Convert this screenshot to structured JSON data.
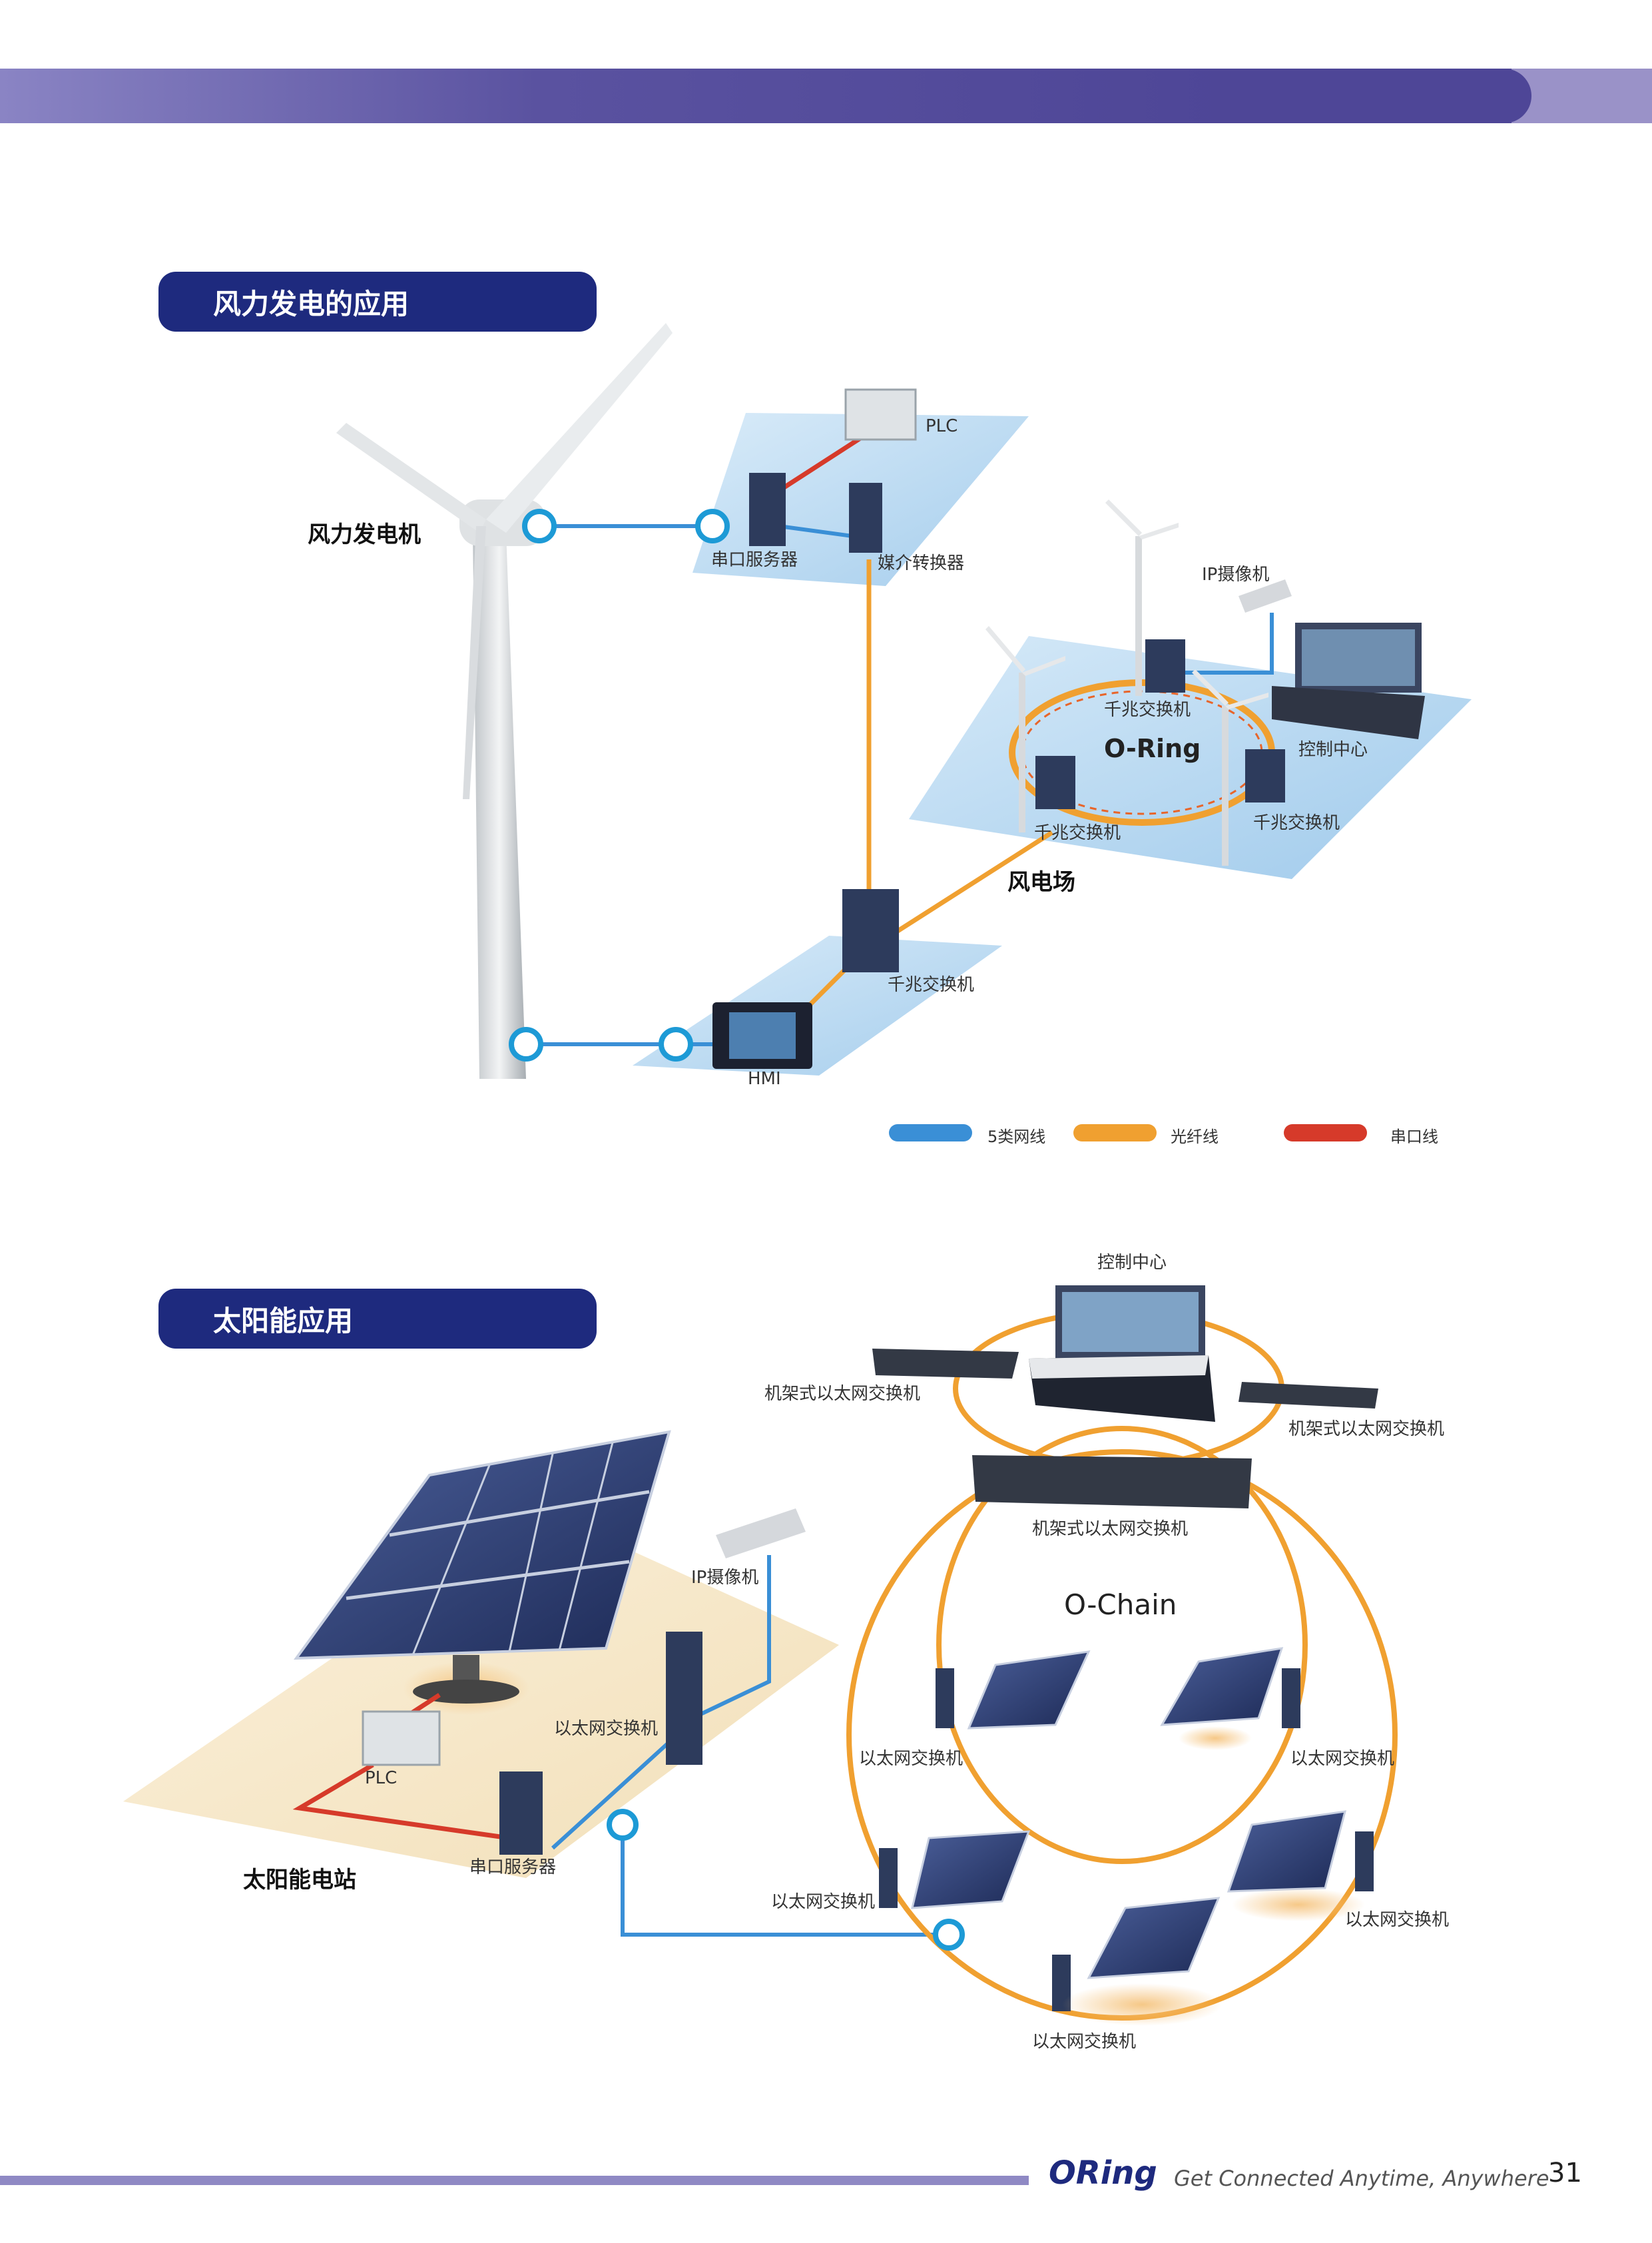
{
  "sections": {
    "wind": {
      "title": "风力发电的应用",
      "labels": {
        "turbine": "风力发电机",
        "plc": "PLC",
        "serial_server": "串口服务器",
        "media_converter": "媒介转换器",
        "ip_camera": "IP摄像机",
        "gig_switch_top": "千兆交换机",
        "control_center": "控制中心",
        "oring": "O-Ring",
        "gig_switch_left": "千兆交换机",
        "gig_switch_right": "千兆交换机",
        "wind_farm": "风电场",
        "gig_switch_bottom": "千兆交换机",
        "hmi": "HMI"
      },
      "legend": [
        {
          "label": "5类网线",
          "color": "#3a8fd6"
        },
        {
          "label": "光纤线",
          "color": "#f0a030"
        },
        {
          "label": "串口线",
          "color": "#d63a2a"
        }
      ]
    },
    "solar": {
      "title": "太阳能应用",
      "labels": {
        "control_center": "控制中心",
        "rack_switch_left": "机架式以太网交换机",
        "rack_switch_right": "机架式以太网交换机",
        "rack_switch_center": "机架式以太网交换机",
        "ip_camera": "IP摄像机",
        "ochain": "O-Chain",
        "eth_switch_station": "以太网交换机",
        "plc": "PLC",
        "serial_server": "串口服务器",
        "solar_station": "太阳能电站",
        "eth_switch_1": "以太网交换机",
        "eth_switch_2": "以太网交换机",
        "eth_switch_3": "以太网交换机",
        "eth_switch_4": "以太网交换机",
        "eth_switch_5": "以太网交换机"
      }
    }
  },
  "footer": {
    "brand": "ORing",
    "tagline": "Get Connected Anytime, Anywhere",
    "page_number": "31"
  },
  "colors": {
    "banner": "#4e4697",
    "pill": "#1e2a7e",
    "ethernet": "#3a8fd6",
    "fiber": "#f0a030",
    "serial": "#d63a2a"
  }
}
